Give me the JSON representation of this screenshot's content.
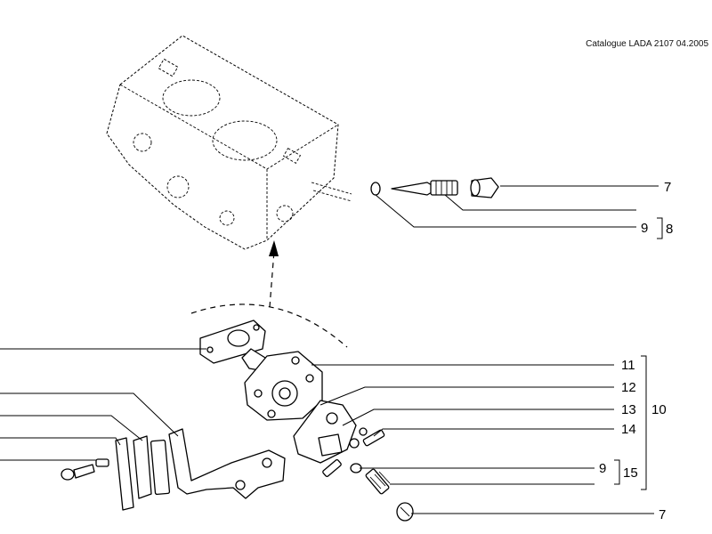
{
  "header": {
    "catalogue": "Catalogue LADA 2107  04.2005"
  },
  "callouts": {
    "c7_top": "7",
    "c9_top": "9",
    "c8": "8",
    "c11": "11",
    "c12": "12",
    "c13": "13",
    "c14": "14",
    "c10": "10",
    "c9_bottom": "9",
    "c15": "15",
    "c7_bottom": "7"
  }
}
